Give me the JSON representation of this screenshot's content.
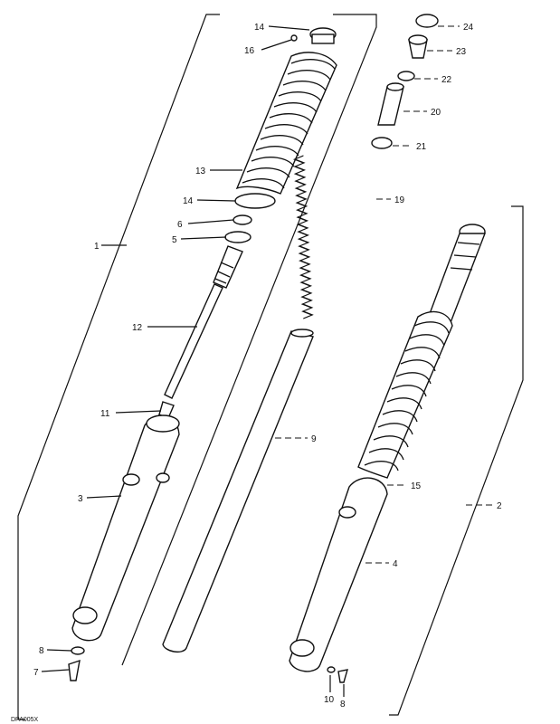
{
  "diagram": {
    "code": "DPA005X",
    "callouts": [
      "1",
      "2",
      "3",
      "4",
      "5",
      "6",
      "7",
      "8",
      "9",
      "10",
      "11",
      "12",
      "13",
      "14",
      "14",
      "15",
      "16",
      "19",
      "20",
      "21",
      "22",
      "23",
      "24",
      "8"
    ]
  }
}
